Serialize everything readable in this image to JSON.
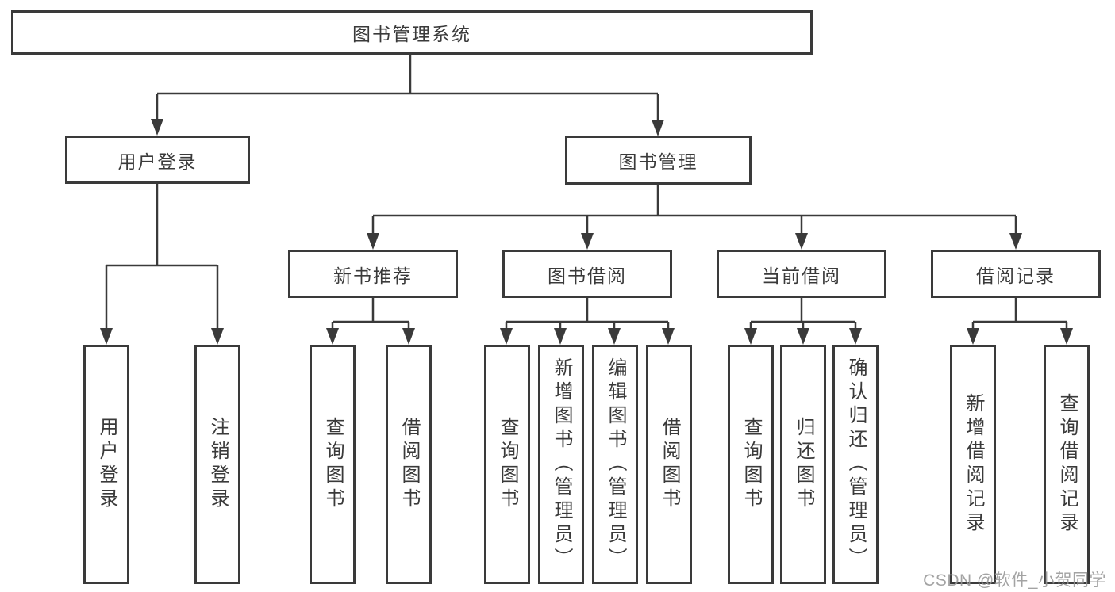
{
  "diagram_title": "图书管理系统",
  "tree": {
    "label": "图书管理系统",
    "children": [
      {
        "label": "用户登录",
        "children": [
          {
            "label": "用户登录"
          },
          {
            "label": "注销登录"
          }
        ]
      },
      {
        "label": "图书管理",
        "children": [
          {
            "label": "新书推荐",
            "children": [
              {
                "label": "查询图书"
              },
              {
                "label": "借阅图书"
              }
            ]
          },
          {
            "label": "图书借阅",
            "children": [
              {
                "label": "查询图书"
              },
              {
                "label": "新增图书（管理员）"
              },
              {
                "label": "编辑图书（管理员）"
              },
              {
                "label": "借阅图书"
              }
            ]
          },
          {
            "label": "当前借阅",
            "children": [
              {
                "label": "查询图书"
              },
              {
                "label": "归还图书"
              },
              {
                "label": "确认归还（管理员）"
              }
            ]
          },
          {
            "label": "借阅记录",
            "children": [
              {
                "label": "新增借阅记录"
              },
              {
                "label": "查询借阅记录"
              }
            ]
          }
        ]
      }
    ]
  },
  "watermark": "CSDN @软件_小贺同学",
  "colors": {
    "line": "#3a3a3a",
    "text": "#3a3a3a",
    "background": "#ffffff",
    "watermark": "#969696"
  }
}
